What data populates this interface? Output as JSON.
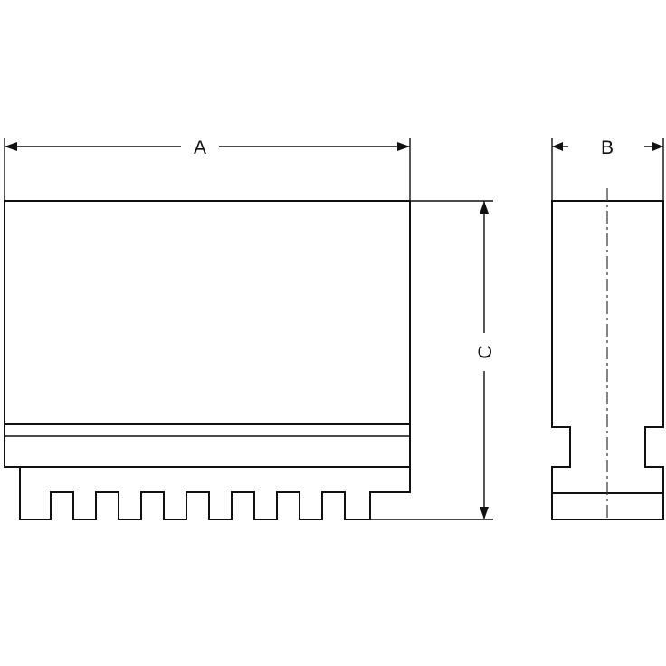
{
  "dimensions": {
    "width_label": "A",
    "depth_label": "B",
    "height_label": "C"
  },
  "colors": {
    "line": "#111111",
    "background": "#ffffff"
  }
}
